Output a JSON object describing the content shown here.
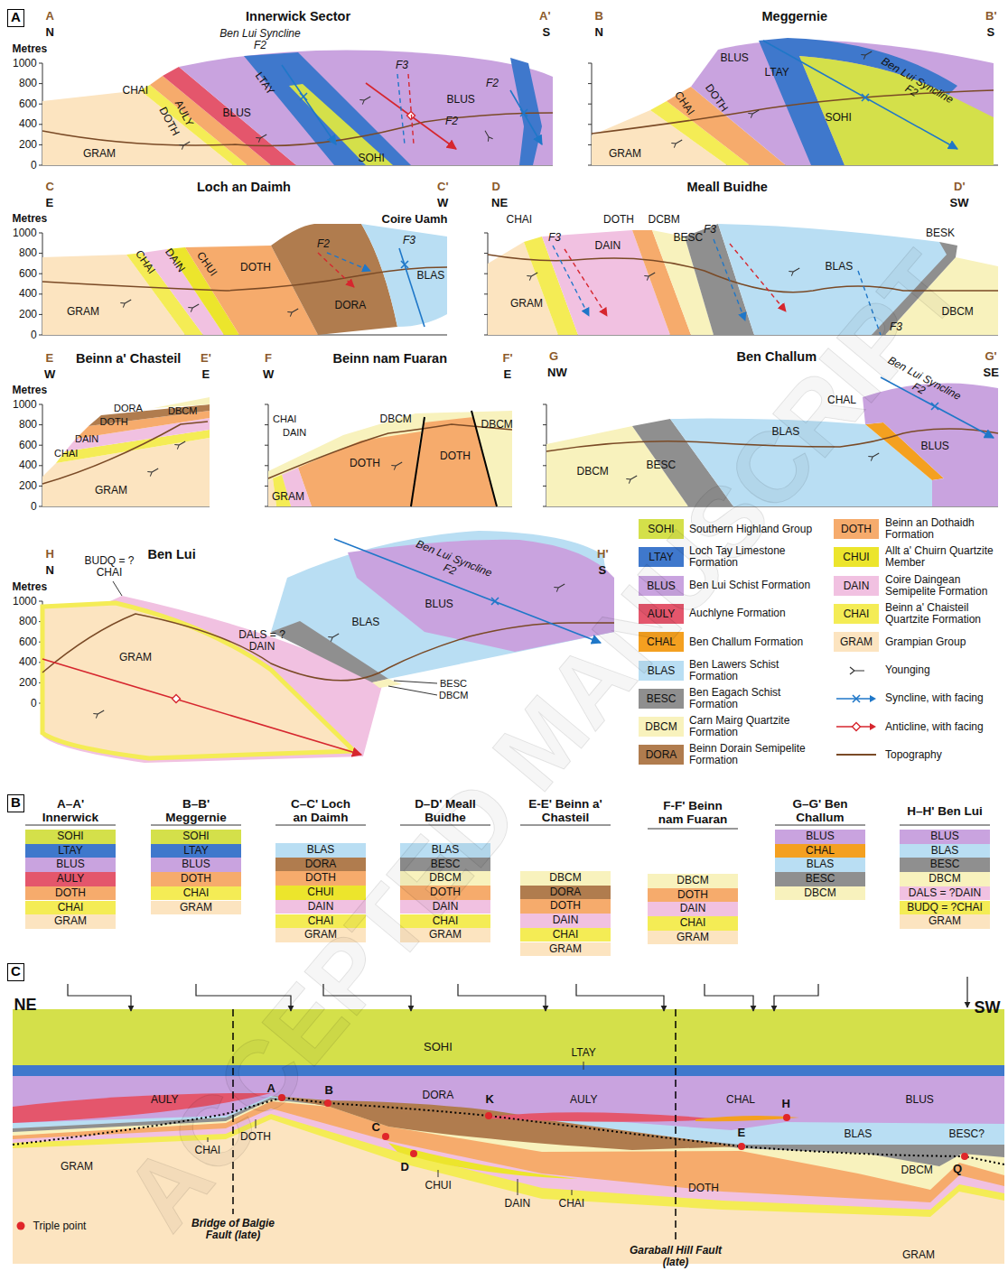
{
  "diagram": {
    "nodes": [
      {
        "text": [
          "A"
        ]
      },
      {
        "text": [
          "B"
        ]
      },
      {
        "text": [
          "C"
        ]
      }
    ],
    "labels": [
      "Metres",
      "1000",
      "800",
      "600",
      "400",
      "200",
      "0",
      "Metres",
      "1000",
      "800",
      "600",
      "400",
      "200",
      "0",
      "Metres",
      "1000",
      "800",
      "600",
      "400",
      "200",
      "0",
      "Metres",
      "1000",
      "800",
      "600",
      "400",
      "200",
      "0",
      "A",
      "N",
      "Innerwick Sector",
      "A'",
      "S",
      "B",
      "N",
      "Meggernie",
      "B'",
      "S",
      "C",
      "E",
      "Loch an Daimh",
      "C'",
      "W",
      "Coire Uamh",
      "D",
      "NE",
      "Meall Buidhe",
      "D'",
      "SW",
      "E",
      "W",
      "Beinn a' Chasteil",
      "E'",
      "E",
      "F",
      "W",
      "Beinn nam Fuaran",
      "F'",
      "E",
      "G",
      "NW",
      "Ben Challum",
      "G'",
      "SE",
      "H",
      "N",
      "Ben Lui",
      "H'",
      "S",
      "Ben Lui Syncline F2",
      "CHAI",
      "AULY",
      "DOTH",
      "BLUS",
      "LTAY",
      "F3",
      "BLUS",
      "F2",
      "F2",
      "SOHI",
      "GRAM",
      "BLUS",
      "LTAY",
      "CHAI",
      "DOTH",
      "SOHI",
      "Ben Lui Syncline F2",
      "GRAM",
      "CHAI",
      "DAIN",
      "CHUI",
      "DOTH",
      "F2",
      "F3",
      "BLAS",
      "DORA",
      "GRAM",
      "CHAI",
      "F3",
      "DOTH",
      "DCBM",
      "DAIN",
      "BESC",
      "F3",
      "BESK",
      "BLAS",
      "DBCM",
      "GRAM",
      "F3",
      "DORA",
      "DBCM",
      "DOTH",
      "DAIN",
      "CHAI",
      "GRAM",
      "CHAI",
      "DBCM",
      "DBCM",
      "DAIN",
      "DOTH",
      "DOTH",
      "GRAM",
      "CHAL",
      "Ben Lui Syncline F2",
      "BESC",
      "BLAS",
      "BLUS",
      "DBCM",
      "BUDQ = ?CHAI",
      "Ben Lui Syncline F2",
      "BLAS",
      "BLUS",
      "GRAM",
      "DALS = ?DAIN",
      "BESC",
      "DBCM",
      "A–A' Innerwick",
      "B–B' Meggernie",
      "C–C' Loch an Daimh",
      "D–D' Meall Buidhe",
      "E-E' Beinn a' Chasteil",
      "F-F' Beinn nam Fuaran",
      "G–G' Ben Challum",
      "H–H' Ben Lui",
      "SOHI",
      "LTAY",
      "BLUS",
      "AULY",
      "DOTH",
      "CHAI",
      "GRAM",
      "SOHI",
      "LTAY",
      "BLUS",
      "DOTH",
      "CHAI",
      "GRAM",
      "BLAS",
      "DORA",
      "DOTH",
      "CHUI",
      "DAIN",
      "CHAI",
      "GRAM",
      "BLAS",
      "BESC",
      "DBCM",
      "DOTH",
      "DAIN",
      "CHAI",
      "GRAM",
      "DBCM",
      "DORA",
      "DOTH",
      "DAIN",
      "CHAI",
      "GRAM",
      "DBCM",
      "DOTH",
      "DAIN",
      "CHAI",
      "GRAM",
      "BLUS",
      "CHAL",
      "BLAS",
      "BESC",
      "DBCM",
      "BLUS",
      "BLAS",
      "BESC",
      "DBCM",
      "DALS = ?DAIN",
      "BUDQ = ?CHAI",
      "GRAM",
      "NE",
      "SW",
      "SOHI",
      "LTAY",
      "AULY",
      "A",
      "B",
      "DORA",
      "K",
      "AULY",
      "CHAL",
      "H",
      "BLUS",
      "C",
      "DOTH",
      "BLAS",
      "BESC?",
      "E",
      "CHAI",
      "GRAM",
      "D",
      "DBCM",
      "Q",
      "CHUI",
      "DOTH",
      "DAIN",
      "CHAI",
      "Triple point",
      "Bridge of Balgie Fault (late)",
      "Garaball Hill Fault (late)",
      "GRAM",
      "SOHI",
      "LTAY",
      "BLUS",
      "AULY",
      "CHAL",
      "BLAS",
      "BESC",
      "DBCM",
      "DORA",
      "DOTH",
      "CHUI",
      "DAIN",
      "CHAI",
      "GRAM",
      "ACCEPTED MANUSCRIPT"
    ],
    "legend": [
      {
        "text": "Southern Highland Group",
        "color": "#d4e04a"
      },
      {
        "text": "Loch Tay Limestone Formation",
        "color": "#3f78cc"
      },
      {
        "text": "Ben Lui Schist Formation",
        "color": "#c9a3df"
      },
      {
        "text": "Auchlyne Formation",
        "color": "#e4566c"
      },
      {
        "text": "Ben Challum Formation",
        "color": "#f4a020"
      },
      {
        "text": "Ben Lawers Schist Formation",
        "color": "#b9def3"
      },
      {
        "text": "Ben Eagach Schist Formation",
        "color": "#8f8f8f"
      },
      {
        "text": "Carn Mairg Quartzite Formation",
        "color": "#f8f2bd"
      },
      {
        "text": "Beinn Dorain Semipelite Formation",
        "color": "#b07c4e"
      },
      {
        "text": "Beinn an Dothaidh Formation",
        "color": "#f6ab6c"
      },
      {
        "text": "Allt a' Chuirn Quartzite Member",
        "color": "#ece52c"
      },
      {
        "text": "Coire Daingean Semipelite Formation",
        "color": "#f1c1e1"
      },
      {
        "text": "Beinn a' Chaisteil Quartzite Formation",
        "color": "#f4ec55"
      },
      {
        "text": "Grampian Group",
        "color": "#fce4c0"
      },
      {
        "text": "Younging"
      },
      {
        "text": "Syncline, with facing"
      },
      {
        "text": "Anticline, with facing"
      },
      {
        "text": "Topography"
      }
    ]
  }
}
